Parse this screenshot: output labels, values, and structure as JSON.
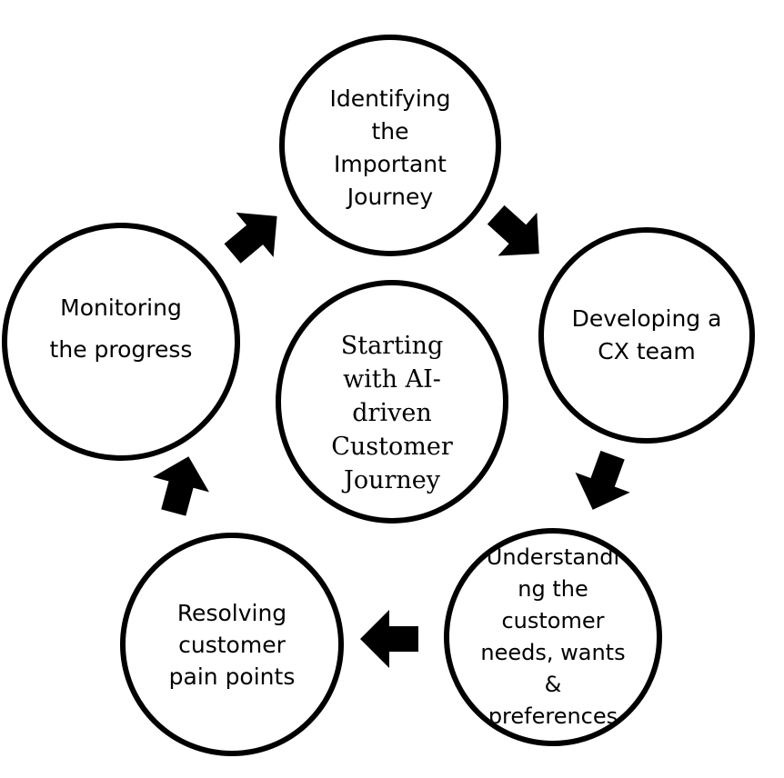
{
  "diagram": {
    "center": {
      "label": "Starting\nwith AI-\ndriven\nCustomer\nJourney"
    },
    "steps": [
      {
        "label": "Identifying\nthe\nImportant\nJourney"
      },
      {
        "label": "Developing a\nCX team"
      },
      {
        "label": "Understandi\nng the\ncustomer\nneeds, wants\n&\npreferences"
      },
      {
        "label": "Resolving\ncustomer\npain points"
      },
      {
        "label": "Monitoring\nthe progress"
      }
    ],
    "colors": {
      "stroke": "#000000",
      "fill": "#ffffff",
      "arrow": "#000000"
    },
    "arrow_icon": "block-arrow"
  }
}
